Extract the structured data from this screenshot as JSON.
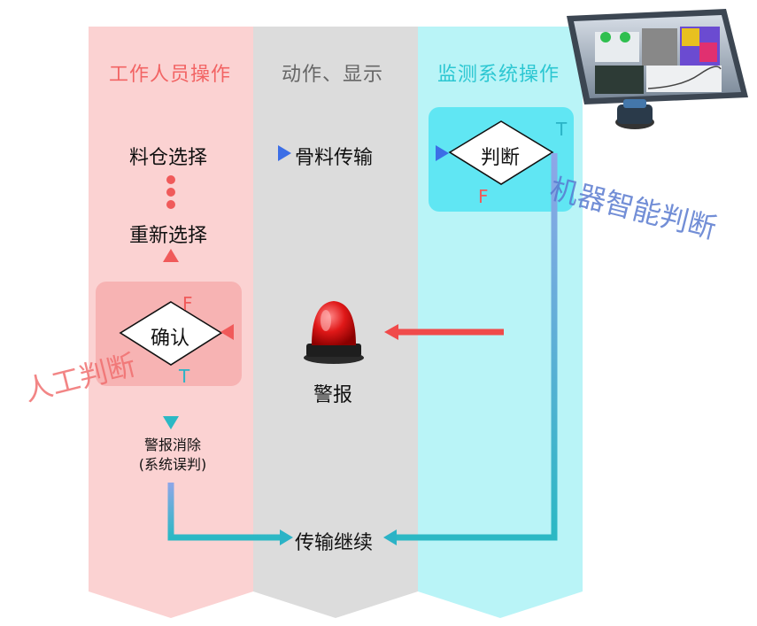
{
  "lanes": {
    "worker": {
      "title": "工作人员操作",
      "color": "#fbd2d2",
      "title_color": "#f26464"
    },
    "action": {
      "title": "动作、显示",
      "color": "#dcdcdc",
      "title_color": "#666666"
    },
    "monitor": {
      "title": "监测系统操作",
      "color": "#b9f4f7",
      "title_color": "#2cc7d2"
    }
  },
  "nodes": {
    "silo_select": "料仓选择",
    "aggregate_transfer": "骨料传输",
    "judge": "判断",
    "reselect": "重新选择",
    "confirm": "确认",
    "alarm": "警报",
    "alarm_clear_line1": "警报消除",
    "alarm_clear_line2": "(系统误判)",
    "continue_transfer": "传输继续"
  },
  "branch_labels": {
    "judge_true": "T",
    "judge_false": "F",
    "confirm_false": "F",
    "confirm_true": "T"
  },
  "side_labels": {
    "machine_judgment": "机器智能判断",
    "manual_judgment": "人工判断"
  },
  "icons": {
    "monitor": "monitor-screen-icon",
    "camera": "camera-icon",
    "alarm": "red-siren-icon"
  },
  "colors": {
    "red_arrow": "#f05a5a",
    "blue_arrow": "#3c6ee6",
    "teal_arrow": "#2bb3c6"
  }
}
